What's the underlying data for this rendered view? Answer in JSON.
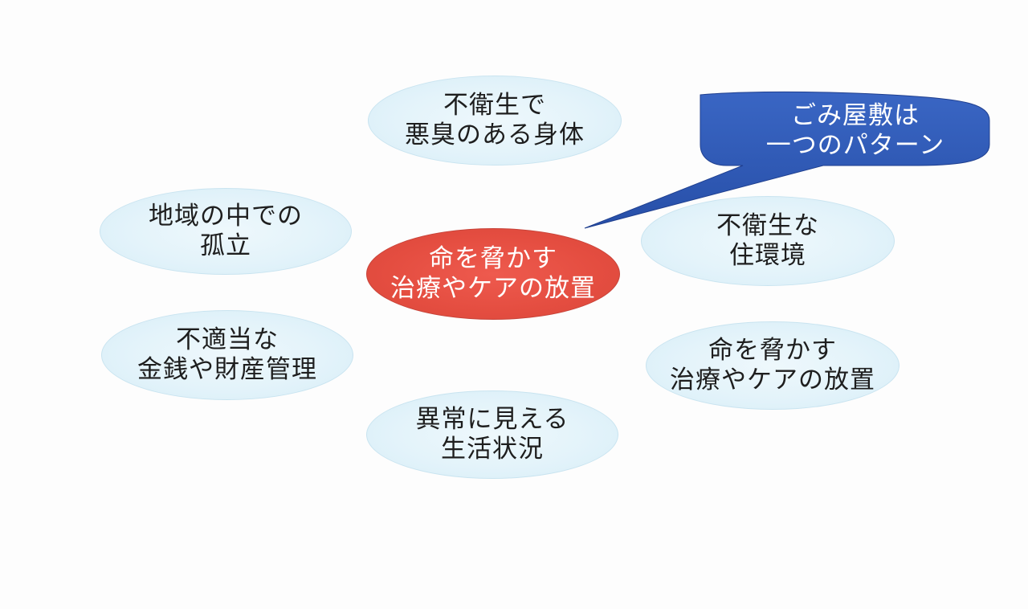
{
  "diagram": {
    "top": {
      "line1": "不衛生で",
      "line2": "悪臭のある身体"
    },
    "upper_left": {
      "line1": "地域の中での",
      "line2": "孤立"
    },
    "center": {
      "line1": "命を脅かす",
      "line2": "治療やケアの放置"
    },
    "upper_right": {
      "line1": "不衛生な",
      "line2": "住環境"
    },
    "lower_left": {
      "line1": "不適当な",
      "line2": "金銭や財産管理"
    },
    "lower_right": {
      "line1": "命を脅かす",
      "line2": "治療やケアの放置"
    },
    "bottom": {
      "line1": "異常に見える",
      "line2": "生活状況"
    },
    "callout": {
      "line1": "ごみ屋敷は",
      "line2": "一つのパターン"
    }
  },
  "colors": {
    "bubble_fill": "#e3f3fa",
    "center_fill": "#e44d40",
    "callout_fill": "#2f5bb8"
  }
}
